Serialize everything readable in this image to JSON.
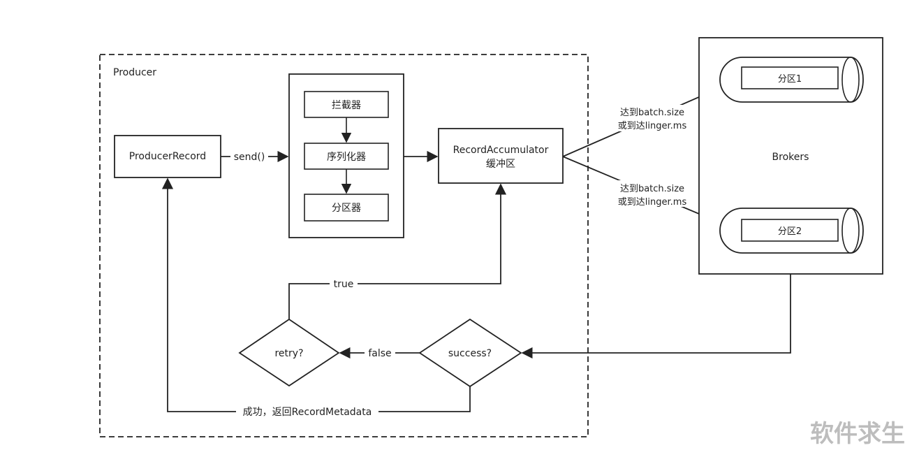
{
  "producer": {
    "title": "Producer",
    "record": "ProducerRecord",
    "send_label": "send()",
    "interceptor": "拦截器",
    "serializer": "序列化器",
    "partitioner": "分区器",
    "accumulator_line1": "RecordAccumulator",
    "accumulator_line2": "缓冲区"
  },
  "conditions": {
    "top_line1": "达到batch.size",
    "top_line2": "或到达linger.ms",
    "bottom_line1": "达到batch.size",
    "bottom_line2": "或到达linger.ms"
  },
  "brokers": {
    "title": "Brokers",
    "partition1": "分区1",
    "partition2": "分区2"
  },
  "flow": {
    "success": "success?",
    "retry": "retry?",
    "true_label": "true",
    "false_label": "false",
    "return_label": "成功，返回RecordMetadata"
  },
  "watermark": "软件求生"
}
